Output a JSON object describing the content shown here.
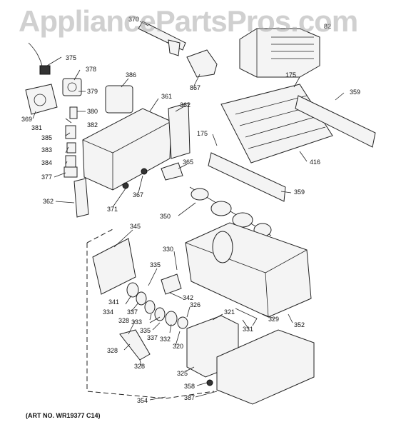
{
  "watermark": "AppliancePartsPros.com",
  "art_number": "(ART NO. WR19377 C14)",
  "callouts": [
    "375",
    "378",
    "379",
    "380",
    "382",
    "383",
    "384",
    "377",
    "362",
    "369",
    "381",
    "385",
    "386",
    "361",
    "362",
    "365",
    "367",
    "371",
    "370",
    "867",
    "82",
    "175",
    "359",
    "175",
    "416",
    "359",
    "350",
    "345",
    "330",
    "335",
    "341",
    "334",
    "337",
    "333",
    "335",
    "337",
    "342",
    "332",
    "321",
    "326",
    "320",
    "331",
    "329",
    "352",
    "328",
    "328",
    "328",
    "325",
    "358",
    "387",
    "354"
  ]
}
